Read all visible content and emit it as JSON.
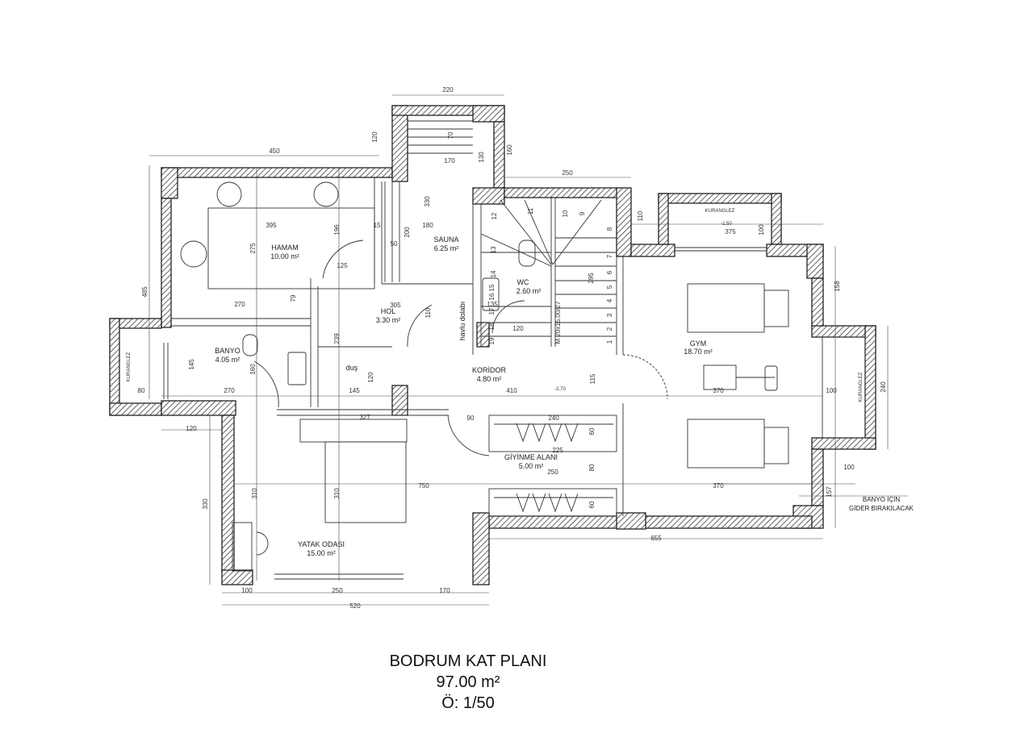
{
  "plan": {
    "title": "BODRUM KAT PLANI",
    "area": "97.00 m²",
    "scale": "Ö: 1/50",
    "rooms": [
      {
        "name": "HAMAM",
        "area": "10.00 m²"
      },
      {
        "name": "SAUNA",
        "area": "6.25 m²"
      },
      {
        "name": "HOL",
        "area": "3.30 m²"
      },
      {
        "name": "BANYO",
        "area": "4.05 m²"
      },
      {
        "name": "KORİDOR",
        "area": "4.80 m²"
      },
      {
        "name": "WC",
        "area": "2.60 m²"
      },
      {
        "name": "GYM",
        "area": "18.70 m²"
      },
      {
        "name": "GİYİNME ALANI",
        "area": "5.00 m²"
      },
      {
        "name": "YATAK ODASI",
        "area": "15.00 m²"
      }
    ],
    "labels": {
      "shower": "duş",
      "towel_cabinet": "havlu dolabı",
      "kuranglez": "KURANGLEZ",
      "stair": "M 20x15.00/27",
      "level_corridor": "-2.70",
      "level_kuranglez": "-1.50",
      "note_line1": "BANYO İÇİN",
      "note_line2": "GİDER BIRAKILACAK"
    },
    "dimensions": [
      "220",
      "450",
      "120",
      "160",
      "170",
      "130",
      "70",
      "250",
      "110",
      "485",
      "395",
      "275",
      "196",
      "15",
      "180",
      "330",
      "200",
      "50",
      "125",
      "79",
      "270",
      "305",
      "110",
      "239",
      "145",
      "160",
      "120",
      "80",
      "270",
      "145",
      "327",
      "90",
      "240",
      "225",
      "250",
      "410",
      "115",
      "370",
      "100",
      "240",
      "100",
      "370",
      "157",
      "655",
      "750",
      "310",
      "310",
      "330",
      "120",
      "100",
      "250",
      "170",
      "520",
      "375",
      "100",
      "158",
      "135",
      "120",
      "295",
      "80",
      "60",
      "60",
      "1",
      "2",
      "3",
      "4",
      "5",
      "6",
      "7",
      "8",
      "9",
      "10",
      "11",
      "12",
      "13",
      "14",
      "15",
      "16",
      "17",
      "18",
      "19"
    ]
  },
  "colors": {
    "wall": "#222222",
    "line": "#333333",
    "background": "#ffffff"
  }
}
